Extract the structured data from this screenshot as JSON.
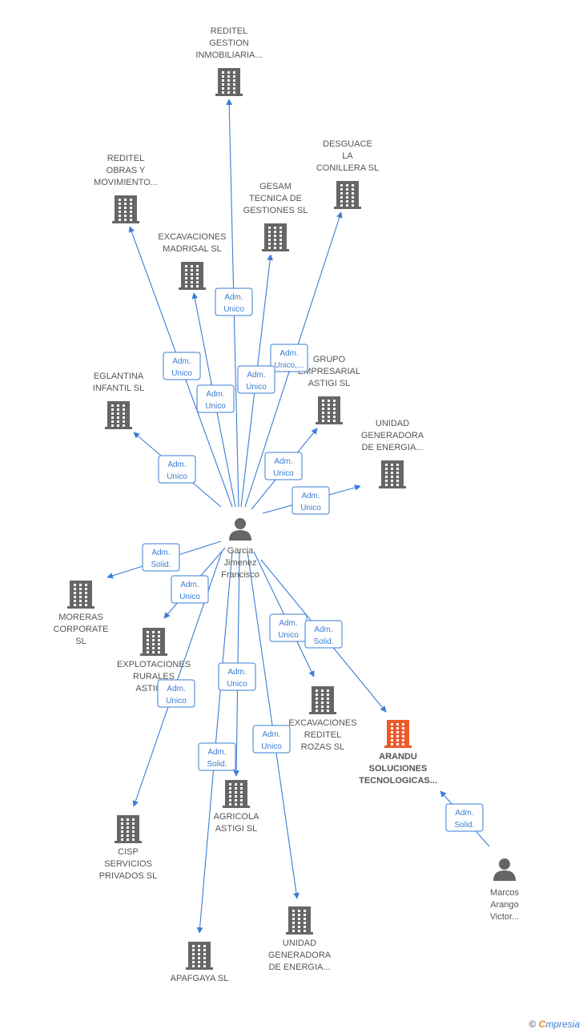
{
  "colors": {
    "edge": "#3a7dd6",
    "company": "#666666",
    "company_highlight": "#f05a28",
    "person": "#666666",
    "label_text": "#555555"
  },
  "center_person": {
    "id": "garcia",
    "label": [
      "Garcia",
      "Jimenez",
      "Francisco"
    ],
    "icon": "person-icon"
  },
  "other_person": {
    "id": "marcos",
    "label": [
      "Marcos",
      "Arango",
      "Victor..."
    ],
    "icon": "person-icon"
  },
  "companies": [
    {
      "id": "reditel-gestion",
      "label": [
        "REDITEL",
        "GESTION",
        "INMOBILIARIA..."
      ]
    },
    {
      "id": "desguace",
      "label": [
        "DESGUACE",
        "LA",
        "CONILLERA SL"
      ]
    },
    {
      "id": "reditel-obras",
      "label": [
        "REDITEL",
        "OBRAS Y",
        "MOVIMIENTO..."
      ]
    },
    {
      "id": "gesam",
      "label": [
        "GESAM",
        "TECNICA DE",
        "GESTIONES SL"
      ]
    },
    {
      "id": "excavaciones-madrigal",
      "label": [
        "EXCAVACIONES",
        "MADRIGAL SL"
      ]
    },
    {
      "id": "grupo-astigi",
      "label": [
        "GRUPO",
        "EMPRESARIAL",
        "ASTIGI SL"
      ]
    },
    {
      "id": "eglantina",
      "label": [
        "EGLANTINA",
        "INFANTIL SL"
      ]
    },
    {
      "id": "unidad-1",
      "label": [
        "UNIDAD",
        "GENERADORA",
        "DE ENERGIA..."
      ]
    },
    {
      "id": "moreras",
      "label": [
        "MORERAS",
        "CORPORATE",
        "SL"
      ]
    },
    {
      "id": "explotaciones",
      "label": [
        "EXPLOTACIONES",
        "RURALES",
        "ASTIGI..."
      ]
    },
    {
      "id": "excavaciones-reditel",
      "label": [
        "EXCAVACIONES",
        "REDITEL",
        "ROZAS SL"
      ]
    },
    {
      "id": "arandu",
      "label": [
        "ARANDU",
        "SOLUCIONES",
        "TECNOLOGICAS..."
      ],
      "highlight": true
    },
    {
      "id": "agricola",
      "label": [
        "AGRICOLA",
        "ASTIGI SL"
      ]
    },
    {
      "id": "cisp",
      "label": [
        "CISP",
        "SERVICIOS",
        "PRIVADOS SL"
      ]
    },
    {
      "id": "unidad-2",
      "label": [
        "UNIDAD",
        "GENERADORA",
        "DE ENERGIA..."
      ]
    },
    {
      "id": "apafgaya",
      "label": [
        "APAFGAYA SL"
      ]
    }
  ],
  "relations": [
    {
      "from": "garcia",
      "to": "reditel-gestion",
      "label": [
        "Adm.",
        "Unico"
      ]
    },
    {
      "from": "garcia",
      "to": "desguace",
      "label": [
        "Adm.",
        "Unico,..."
      ]
    },
    {
      "from": "garcia",
      "to": "reditel-obras",
      "label": [
        "Adm.",
        "Unico"
      ]
    },
    {
      "from": "garcia",
      "to": "gesam",
      "label": [
        "Adm.",
        "Unico"
      ]
    },
    {
      "from": "garcia",
      "to": "excavaciones-madrigal",
      "label": [
        "Adm.",
        "Unico"
      ]
    },
    {
      "from": "garcia",
      "to": "grupo-astigi",
      "label": [
        "Adm.",
        "Unico"
      ]
    },
    {
      "from": "garcia",
      "to": "eglantina",
      "label": [
        "Adm.",
        "Unico"
      ]
    },
    {
      "from": "garcia",
      "to": "unidad-1",
      "label": [
        "Adm.",
        "Unico"
      ]
    },
    {
      "from": "garcia",
      "to": "moreras",
      "label": [
        "Adm.",
        "Solid."
      ]
    },
    {
      "from": "garcia",
      "to": "explotaciones",
      "label": [
        "Adm.",
        "Unico"
      ]
    },
    {
      "from": "garcia",
      "to": "excavaciones-reditel",
      "label": [
        "Adm.",
        "Unico"
      ]
    },
    {
      "from": "garcia",
      "to": "arandu",
      "label": [
        "Adm.",
        "Solid."
      ]
    },
    {
      "from": "garcia",
      "to": "agricola",
      "label": [
        "Adm.",
        "Unico"
      ]
    },
    {
      "from": "garcia",
      "to": "cisp",
      "label": [
        "Adm.",
        "Unico"
      ]
    },
    {
      "from": "garcia",
      "to": "unidad-2",
      "label": [
        "Adm.",
        "Unico"
      ]
    },
    {
      "from": "garcia",
      "to": "apafgaya",
      "label": [
        "Adm.",
        "Solid."
      ]
    },
    {
      "from": "marcos",
      "to": "arandu",
      "label": [
        "Adm.",
        "Solid."
      ]
    }
  ],
  "footer": {
    "copyright_symbol": "©",
    "brand_first": "C",
    "brand_rest": "mpresia"
  }
}
